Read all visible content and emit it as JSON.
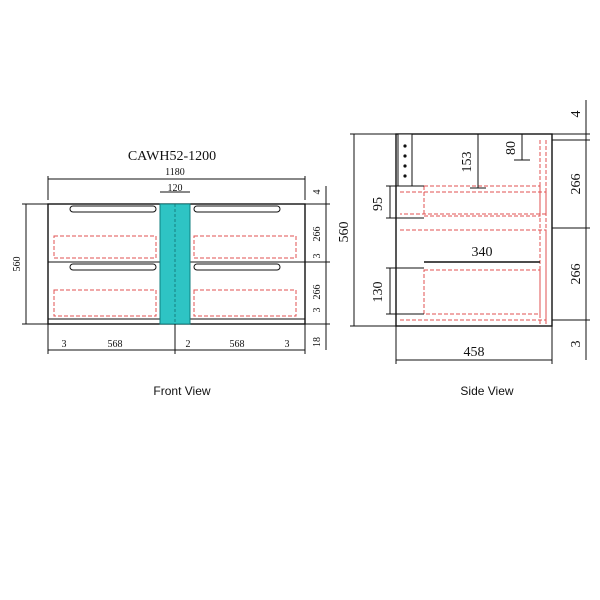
{
  "title": "CAWH52-1200",
  "captions": {
    "front": "Front View",
    "side": "Side View"
  },
  "front": {
    "overall_width": "1180",
    "gap_width": "120",
    "height": "560",
    "top_gap": "4",
    "drawer_top": "266",
    "drawer_bottom": "266",
    "mid_gap": "3",
    "mid_gap_2": "3",
    "base": "18",
    "bottom": {
      "left_edge": "3",
      "left_width": "568",
      "center_gap": "2",
      "right_width": "568",
      "right_edge": "3"
    }
  },
  "side": {
    "height": "560",
    "depth": "458",
    "rail_offset": "153",
    "back_offset": "80",
    "upper_handle": "95",
    "lower_handle": "130",
    "inner_depth": "340",
    "top_gap": "4",
    "drawer_top": "266",
    "drawer_bottom": "266",
    "bottom_gap": "3"
  },
  "colors": {
    "line": "#111111",
    "hidden": "#e05050",
    "basin": "#2ec4c4"
  }
}
